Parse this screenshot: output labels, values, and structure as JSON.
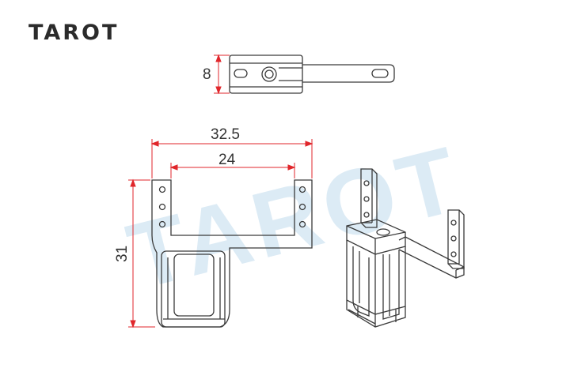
{
  "brand": {
    "logo": "TAROT",
    "watermark": "TAROT"
  },
  "dimensions": {
    "height": "8",
    "overall_width": "32.5",
    "inner_width": "24",
    "overall_height": "31"
  },
  "colors": {
    "dimension": "#e0262b",
    "outline": "#3a3a3a",
    "watermark": "#dcebf5"
  }
}
